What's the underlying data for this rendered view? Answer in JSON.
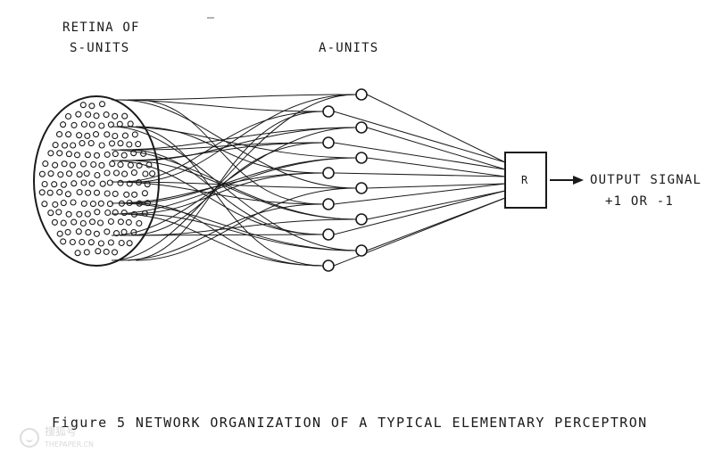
{
  "labels": {
    "retina": [
      "RETINA OF",
      "S-UNITS"
    ],
    "a_units": "A-UNITS",
    "r_unit": "R",
    "output": [
      "OUTPUT SIGNAL",
      "+1 OR -1"
    ]
  },
  "caption": "Figure 5  NETWORK ORGANIZATION OF A TYPICAL ELEMENTARY PERCEPTRON",
  "watermark": {
    "text": "搜狐号",
    "sub": "THEPAPER.CN"
  },
  "colors": {
    "ink": "#1a1a1a",
    "paper": "#ffffff"
  }
}
